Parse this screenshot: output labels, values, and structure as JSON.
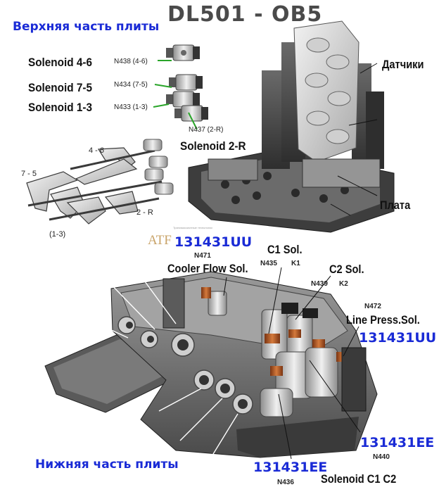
{
  "title": "DL501 - OB5",
  "upper_label": "Верхняя часть плиты",
  "lower_label": "Нижняя часть плиты",
  "solenoids": [
    {
      "name": "Solenoid 4-6",
      "code": "N438 (4-6)"
    },
    {
      "name": "Solenoid 7-5",
      "code": "N434 (7-5)"
    },
    {
      "name": "Solenoid 1-3",
      "code": "N433 (1-3)"
    }
  ],
  "solenoid_2r": {
    "code": "N437 (2-R)",
    "name": "Solenoid 2-R"
  },
  "fork_labels": {
    "f46": "4 - 6",
    "f75": "7 - 5",
    "f2r": "2 - R",
    "f13": "(1-3)"
  },
  "sensors_label": "Датчики",
  "plate_label": "Плата",
  "logo": {
    "text": "ATF",
    "caption": "Трансмиссионные технологии"
  },
  "lower": {
    "part1": "131431UU",
    "n471": "N471",
    "cooler": "Cooler Flow Sol.",
    "c1": "C1 Sol.",
    "n435": "N435",
    "k1": "K1",
    "c2": "C2 Sol.",
    "n439": "N439",
    "k2": "K2",
    "n472": "N472",
    "linepress": "Line Press.Sol.",
    "part2": "131431UU",
    "part3": "131431EE",
    "n440": "N440",
    "part4": "131431EE",
    "n436": "N436",
    "solc1c2": "Solenoid C1 C2"
  },
  "colors": {
    "title": "#4a4a4a",
    "label_blue": "#1a2bd6",
    "leader_green": "#2aa52a",
    "metal": "#8c8c8c",
    "copper": "#b5602b"
  }
}
